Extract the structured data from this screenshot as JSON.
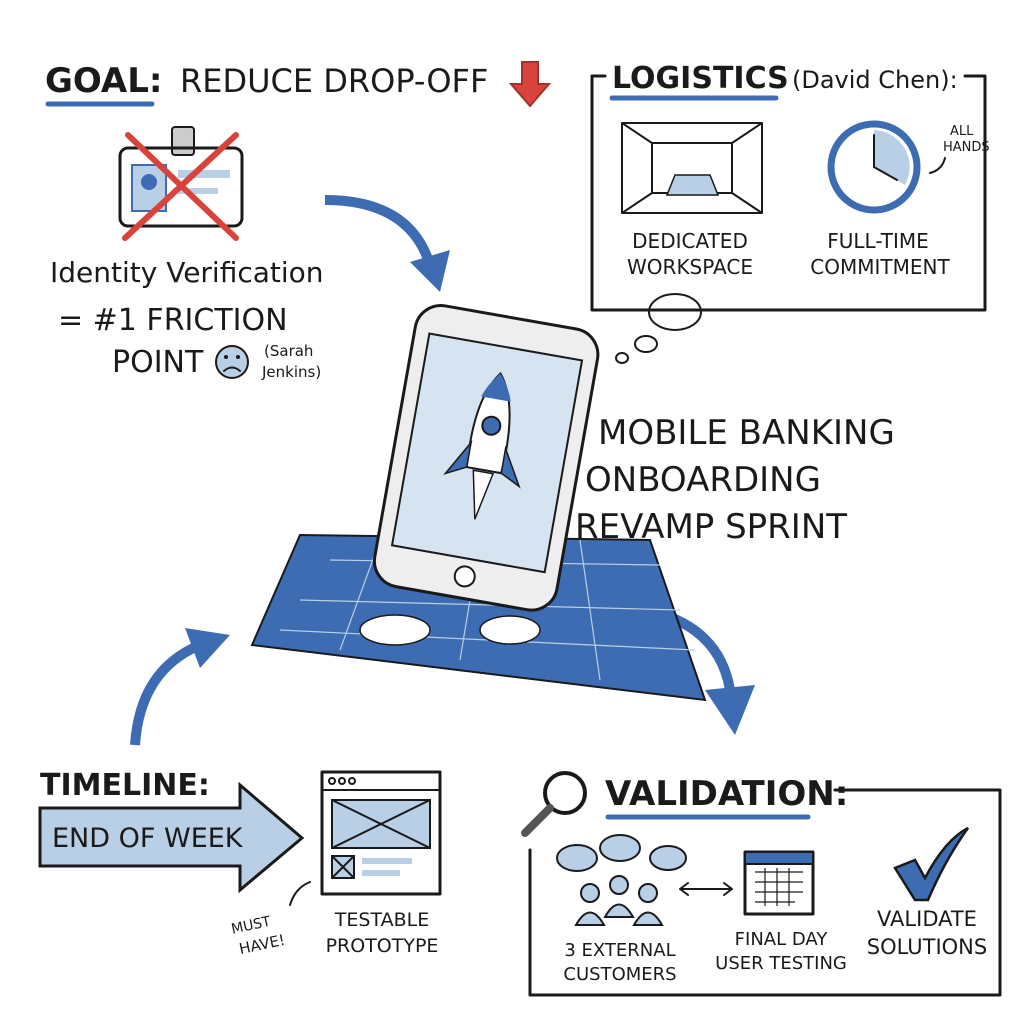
{
  "colors": {
    "ink": "#1a1a1a",
    "blue": "#3d6cb3",
    "light_blue": "#b9cfe6",
    "red": "#d8443c"
  },
  "goal": {
    "label": "GOAL:",
    "text": "REDUCE DROP-OFF",
    "icon": "arrow-down-icon"
  },
  "friction": {
    "line1": "Identity Verification",
    "line2": "= #1 FRICTION",
    "line3": "POINT",
    "face_icon": "sad-face-icon",
    "attribution1": "(Sarah",
    "attribution2": "Jenkins)"
  },
  "logistics": {
    "title": "LOGISTICS",
    "owner": "(David Chen):",
    "workspace1": "DEDICATED",
    "workspace2": "WORKSPACE",
    "time1": "FULL-TIME",
    "time2": "COMMITMENT",
    "note1": "ALL",
    "note2": "HANDS"
  },
  "center": {
    "line1": "MOBILE BANKING",
    "line2": "ONBOARDING",
    "line3": "REVAMP SPRINT"
  },
  "timeline": {
    "title": "TIMELINE:",
    "deadline": "END OF WEEK",
    "note1": "MUST",
    "note2": "HAVE!",
    "deliverable1": "TESTABLE",
    "deliverable2": "PROTOTYPE"
  },
  "validation": {
    "title": "VALIDATION:",
    "customers1": "3 EXTERNAL",
    "customers2": "CUSTOMERS",
    "testing1": "FINAL DAY",
    "testing2": "USER TESTING",
    "validate1": "VALIDATE",
    "validate2": "SOLUTIONS"
  }
}
